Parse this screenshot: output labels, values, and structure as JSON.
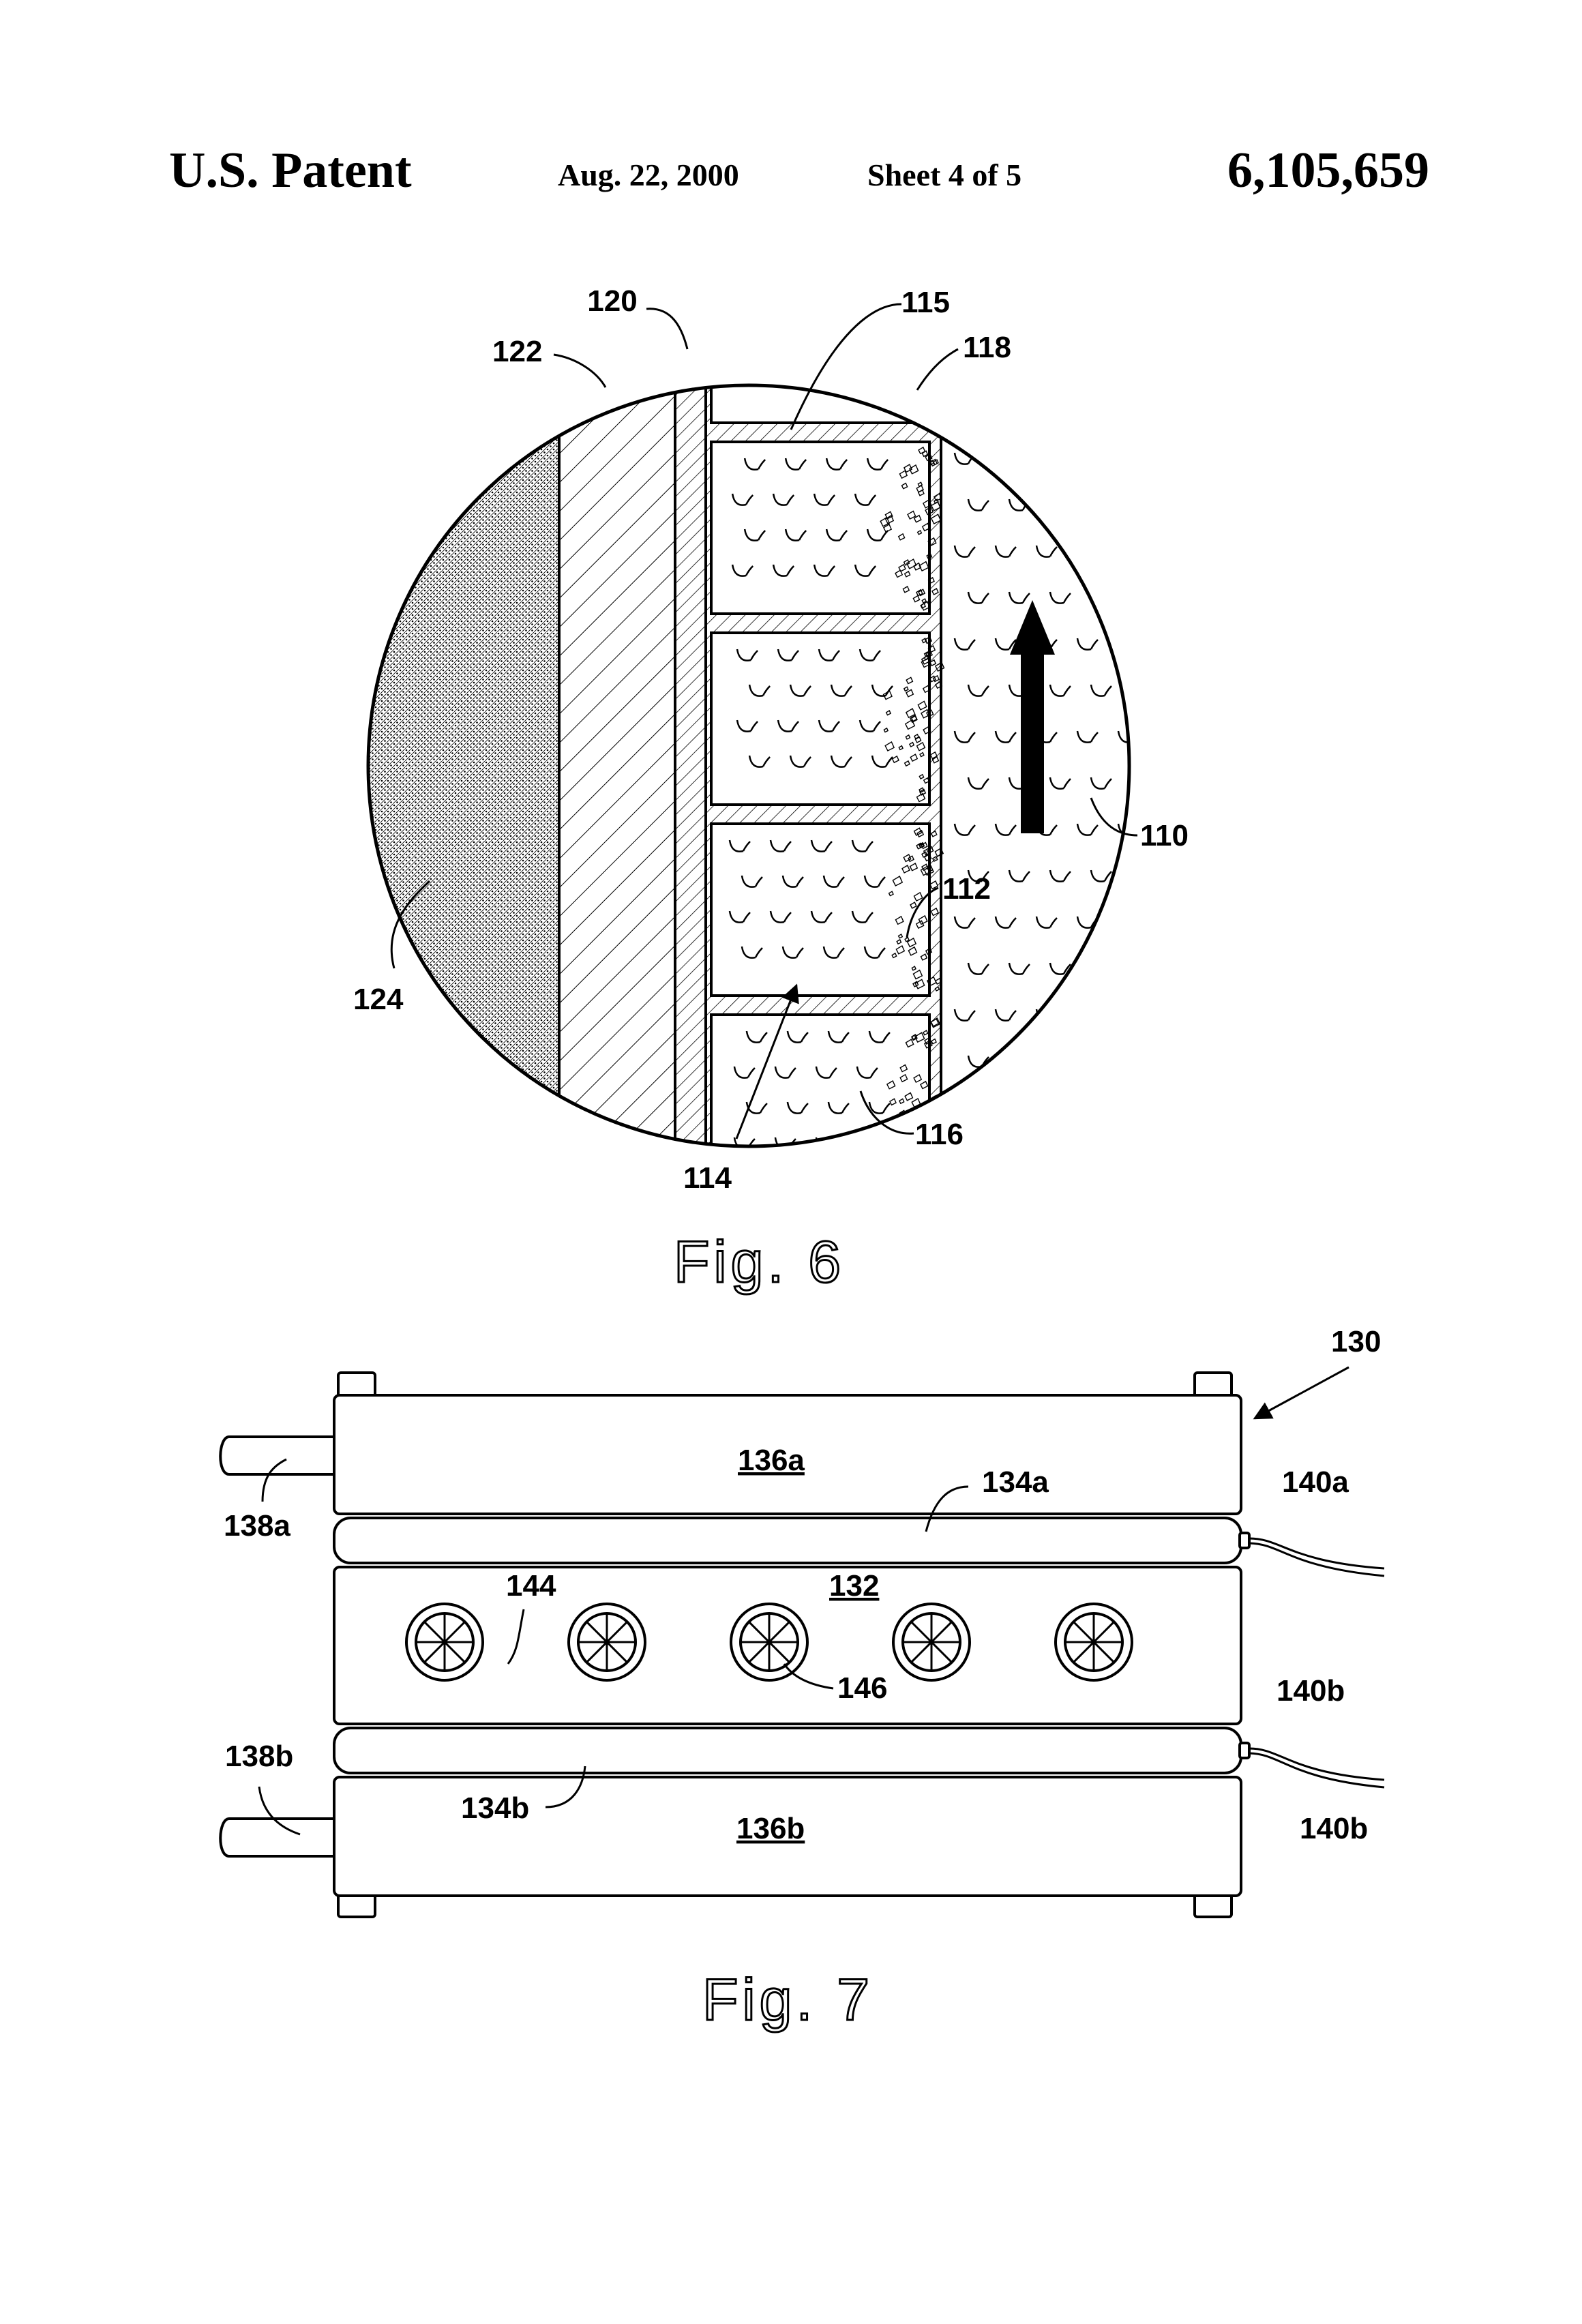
{
  "header": {
    "patent_label": "U.S. Patent",
    "date": "Aug. 22, 2000",
    "sheet": "Sheet 4 of 5",
    "patent_number": "6,105,659"
  },
  "fig6": {
    "caption": "Fig. 6",
    "labels": {
      "l120": "120",
      "l115": "115",
      "l122": "122",
      "l118": "118",
      "l110": "110",
      "l112": "112",
      "l124": "124",
      "l116": "116",
      "l114": "114"
    }
  },
  "fig7": {
    "caption": "Fig. 7",
    "labels": {
      "l130": "130",
      "l136a": "136a",
      "l134a": "134a",
      "l140a": "140a",
      "l138a": "138a",
      "l144": "144",
      "l132": "132",
      "l146": "146",
      "l140b_top": "140b",
      "l138b": "138b",
      "l134b": "134b",
      "l136b": "136b",
      "l140b_bottom": "140b"
    }
  }
}
